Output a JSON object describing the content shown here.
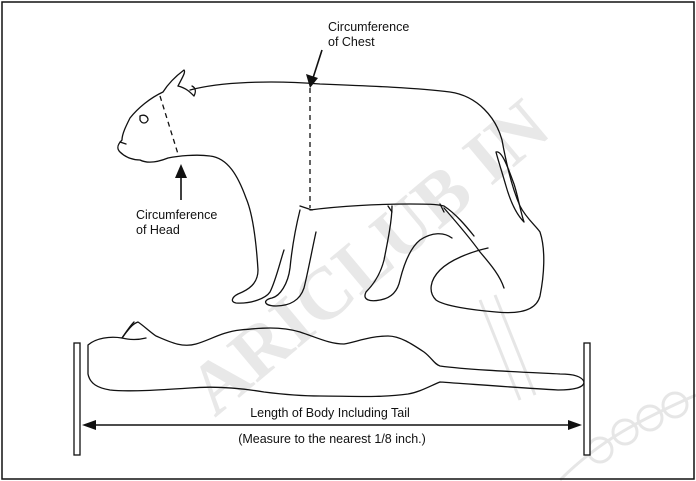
{
  "labels": {
    "chest": {
      "line1": "Circumference",
      "line2": "of Chest"
    },
    "head": {
      "line1": "Circumference",
      "line2": "of Head"
    },
    "length": "Length of Body Including Tail",
    "note": "(Measure to the nearest 1/8 inch.)"
  },
  "watermark": "ARICLUB IN",
  "colors": {
    "line": "#111111",
    "background": "#ffffff",
    "watermark": "#e6e6e6"
  }
}
